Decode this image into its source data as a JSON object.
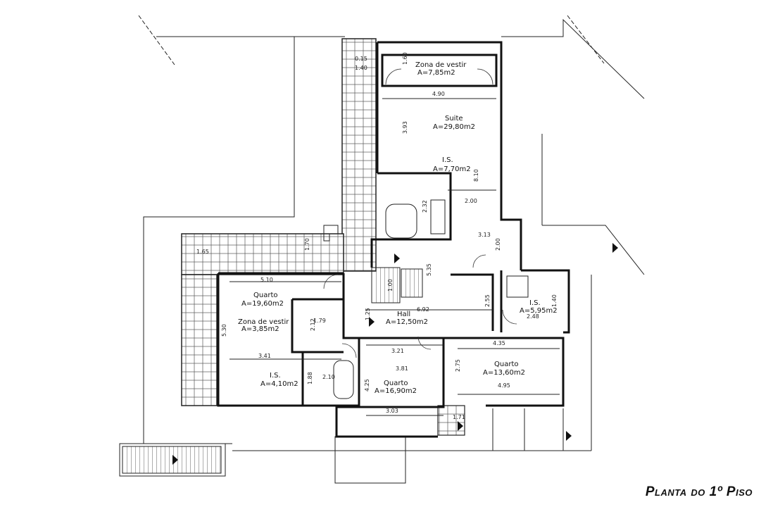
{
  "title": "Planta do 1º Piso",
  "rooms": [
    {
      "key": "zona_vestir_suite",
      "name": "Zona de vestir",
      "area": "A=7,85m2"
    },
    {
      "key": "suite",
      "name": "Suite",
      "area": "A=29,80m2"
    },
    {
      "key": "is_suite",
      "name": "I.S.",
      "area": "A=7,70m2"
    },
    {
      "key": "quarto_1",
      "name": "Quarto",
      "area": "A=19,60m2"
    },
    {
      "key": "zona_vestir_1",
      "name": "Zona de vestir",
      "area": "A=3,85m2"
    },
    {
      "key": "is_1",
      "name": "I.S.",
      "area": "A=4,10m2"
    },
    {
      "key": "hall",
      "name": "Hall",
      "area": "A=12,50m2"
    },
    {
      "key": "quarto_2",
      "name": "Quarto",
      "area": "A=16,90m2"
    },
    {
      "key": "quarto_3",
      "name": "Quarto",
      "area": "A=13,60m2"
    },
    {
      "key": "is_2",
      "name": "I.S.",
      "area": "A=5,95m2"
    }
  ],
  "dimensions": [
    "0.15",
    "1.40",
    "1.60",
    "4.90",
    "3.93",
    "8.10",
    "2.00",
    "2.32",
    "3.13",
    "2.00",
    "1.70",
    "1.65",
    "5.10",
    "5.30",
    "2.12",
    "1.79",
    "3.41",
    "1.88",
    "2.10",
    "5.35",
    "1.00",
    "1.25",
    "6.92",
    "2.55",
    "2.48",
    "1.40",
    "4.35",
    "3.21",
    "3.81",
    "2.75",
    "4.25",
    "3.03",
    "4.95",
    "1.71"
  ]
}
